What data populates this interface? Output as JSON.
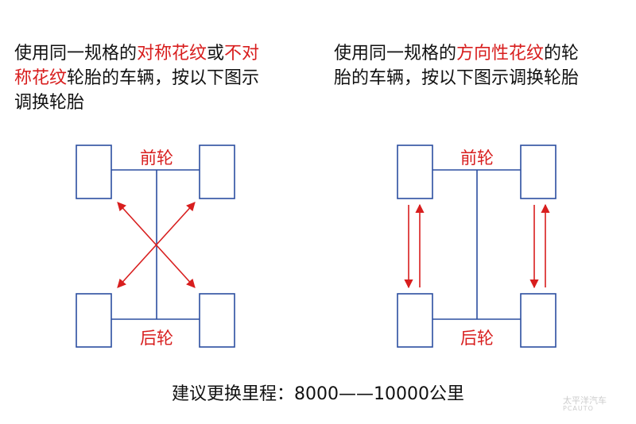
{
  "left_text": {
    "parts": [
      {
        "t": "使用同一规格的",
        "red": false
      },
      {
        "t": "对称花纹",
        "red": true
      },
      {
        "t": "或",
        "red": false
      },
      {
        "t": "不对",
        "red": true
      },
      {
        "t": "称花纹",
        "red": true
      },
      {
        "t": "轮胎的车辆，按以下图示",
        "red": false
      },
      {
        "t": "调换轮胎",
        "red": false
      }
    ]
  },
  "right_text": {
    "parts": [
      {
        "t": "使用同一规格的",
        "red": false
      },
      {
        "t": "方向性花纹",
        "red": true
      },
      {
        "t": "的轮",
        "red": false
      },
      {
        "t": "胎的车辆，按以下图示调换轮胎",
        "red": false
      }
    ]
  },
  "diagram_labels": {
    "front": "前轮",
    "rear": "后轮"
  },
  "bottom_text": "建议更换里程：8000——10000公里",
  "watermark": {
    "cn": "太平洋汽车",
    "en": "PCAUTO"
  },
  "colors": {
    "tire": "#2b4ea0",
    "arrow": "#d81e1e",
    "highlight": "#d81e1e"
  }
}
